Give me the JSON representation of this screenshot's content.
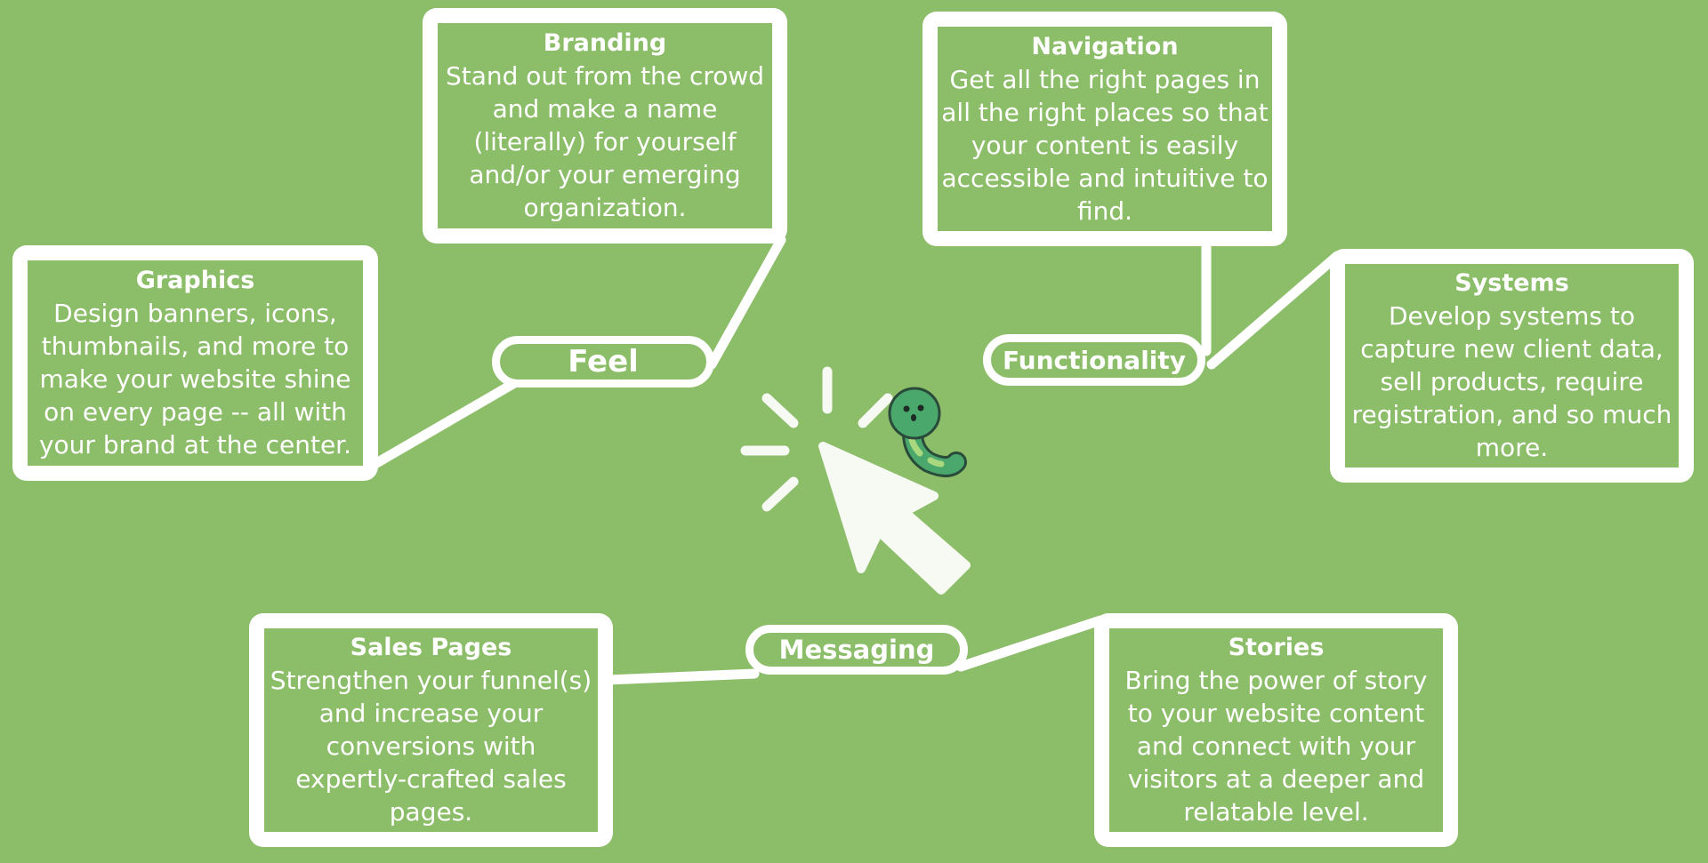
{
  "colors": {
    "background": "#8cbd69",
    "box_stroke": "#ffffff",
    "text": "#ffffff",
    "worm_body": "#4aa86d",
    "worm_stripe": "#a9d87f",
    "worm_outline": "#2a4a3a"
  },
  "hubs": {
    "feel": "Feel",
    "functionality": "Functionality",
    "messaging": "Messaging"
  },
  "cards": {
    "branding": {
      "title": "Branding",
      "body": "Stand out from the crowd and make a name (literally) for yourself and/or your emerging organization."
    },
    "graphics": {
      "title": "Graphics",
      "body": "Design banners, icons, thumbnails, and more to make your website shine on every page -- all with your brand at the center."
    },
    "navigation": {
      "title": "Navigation",
      "body": "Get all the right pages in all the right places so that your content is easily accessible and intuitive to find."
    },
    "systems": {
      "title": "Systems",
      "body": "Develop systems to capture new client data, sell products, require registration, and so much more."
    },
    "sales_pages": {
      "title": "Sales Pages",
      "body": "Strengthen your funnel(s) and increase your conversions with expertly-crafted sales pages."
    },
    "stories": {
      "title": "Stories",
      "body": "Bring the power of story to your website content and connect with your visitors at a deeper and relatable level."
    }
  },
  "icons": {
    "center": "cursor-click-icon",
    "mascot": "worm-mascot-icon"
  }
}
